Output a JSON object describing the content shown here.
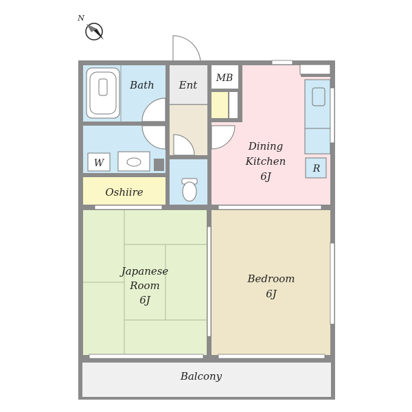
{
  "compass": {
    "label": "N"
  },
  "rooms": {
    "bath": "Bath",
    "entrance": "Ent",
    "meter_box": "MB",
    "dining_kitchen": {
      "line1": "Dining",
      "line2": "Kitchen",
      "line3": "6J"
    },
    "refrigerator": "R",
    "washer": "W",
    "oshiire": "Oshiire",
    "japanese_room": {
      "line1": "Japanese",
      "line2": "Room",
      "line3": "6J"
    },
    "bedroom": {
      "line1": "Bedroom",
      "line2": "6J"
    },
    "balcony": "Balcony"
  },
  "colors": {
    "wall": "#8a8a8a",
    "bath_blue": "#cfe9f6",
    "kitchen_pink": "#fde3e6",
    "tatami_green": "#e6f2cf",
    "bedroom_beige": "#efe6c9",
    "oshiire_yellow": "#fbf7c6",
    "hall_beige": "#efe8d6",
    "entrance_gray": "#ebebeb",
    "balcony_gray": "#f0f0f0"
  }
}
